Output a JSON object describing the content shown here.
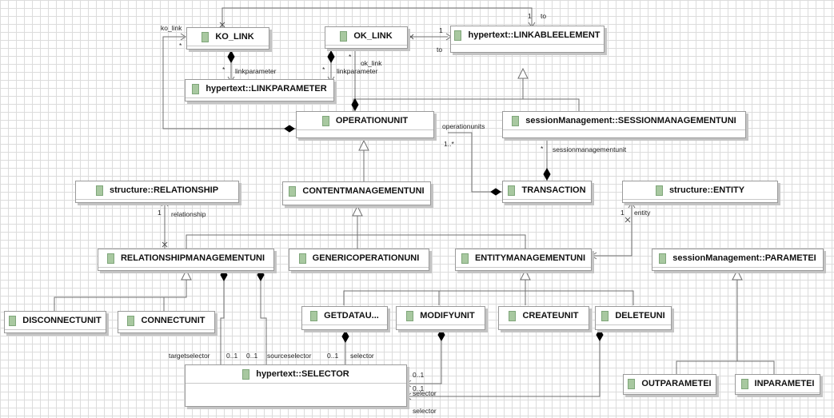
{
  "classes": {
    "ko_link": "KO_LINK",
    "ok_link": "OK_LINK",
    "linkable": "hypertext::LINKABLEELEMENT",
    "linkparameter": "hypertext::LINKPARAMETER",
    "operationunit": "OPERATIONUNIT",
    "sessionmgmt": "sessionManagement::SESSIONMANAGEMENTUNI",
    "relationship": "structure::RELATIONSHIP",
    "contentmgmt": "CONTENTMANAGEMENTUNI",
    "transaction": "TRANSACTION",
    "entity": "structure::ENTITY",
    "relationshipmgmt": "RELATIONSHIPMANAGEMENTUNI",
    "genericop": "GENERICOPERATIONUNI",
    "entitymgmt": "ENTITYMANAGEMENTUNI",
    "parameter": "sessionManagement::PARAMETEI",
    "disconnect": "DISCONNECTUNIT",
    "connect": "CONNECTUNIT",
    "getdata": "GETDATAU...",
    "modify": "MODIFYUNIT",
    "create": "CREATEUNIT",
    "delete": "DELETEUNI",
    "selector": "hypertext::SELECTOR",
    "outparameter": "OUTPARAMETEI",
    "inparameter": "INPARAMETEI"
  },
  "labels": {
    "ko_link_role": "ko_link",
    "ko_link_mult": "*",
    "linkparameter_role1": "linkparameter",
    "linkparameter_mult1": "*",
    "linkparameter_role2": "linkparameter",
    "linkparameter_mult2": "*",
    "ok_link_role": "ok_link",
    "ok_link_mult": "*",
    "to_role_top": "to",
    "to_mult_top": "1",
    "to_role_mid": "to",
    "to_mult_mid": "1",
    "operationunits_role": "operationunits",
    "operationunits_mult": "1..*",
    "sessionmgmt_role": "sessionmanagementunit",
    "sessionmgmt_mult": "*",
    "relationship_role": "relationship",
    "relationship_mult": "1",
    "entity_role": "entity",
    "entity_mult": "1",
    "targetselector_role": "targetselector",
    "targetselector_mult": "0..1",
    "sourceselector_mult": "0..1",
    "sourceselector_role": "sourceselector",
    "selector_getdata_mult": "0..1",
    "selector_getdata_role": "selector",
    "selector_modify_mult": "0..1",
    "selector_modify_role": "selector",
    "selector_delete_mult": "0..1",
    "selector_delete_role": "selector"
  }
}
